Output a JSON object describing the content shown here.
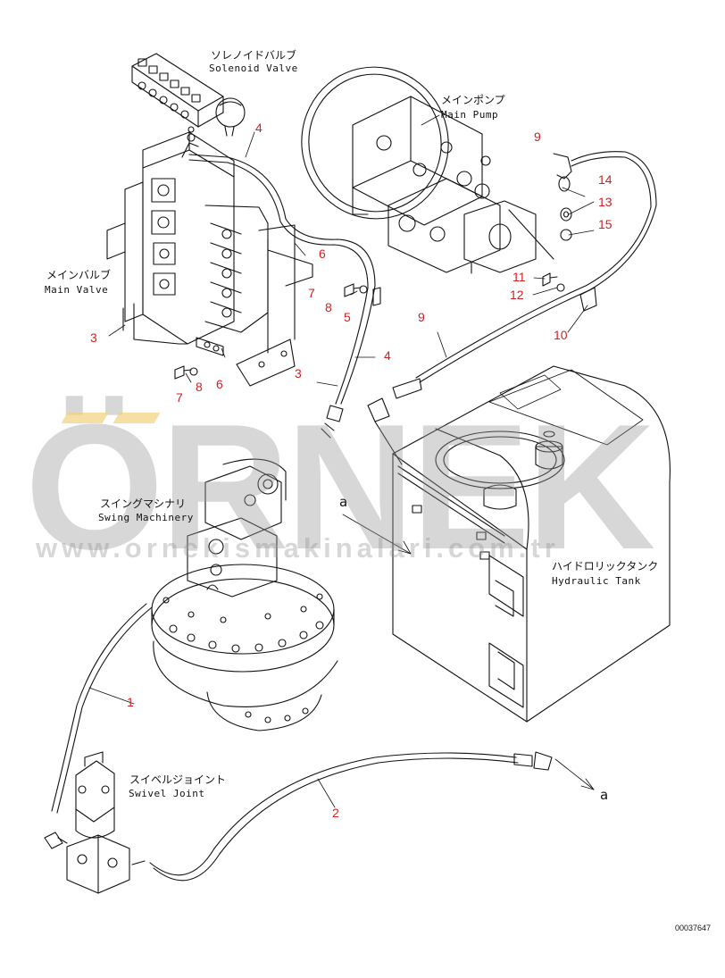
{
  "components": {
    "solenoid_valve": {
      "jp": "ソレノイドバルブ",
      "en": "Solenoid Valve"
    },
    "main_pump": {
      "jp": "メインポンプ",
      "en": "Main Pump"
    },
    "main_valve": {
      "jp": "メインバルブ",
      "en": "Main Valve"
    },
    "swing_machinery": {
      "jp": "スイングマシナリ",
      "en": "Swing Machinery"
    },
    "hydraulic_tank": {
      "jp": "ハイドロリックタンク",
      "en": "Hydraulic Tank"
    },
    "swivel_joint": {
      "jp": "スイベルジョイント",
      "en": "Swivel Joint"
    }
  },
  "callouts": [
    "1",
    "2",
    "3",
    "3",
    "4",
    "4",
    "5",
    "6",
    "6",
    "7",
    "7",
    "8",
    "8",
    "9",
    "9",
    "10",
    "11",
    "12",
    "13",
    "14",
    "15"
  ],
  "view_marks": [
    "a",
    "a"
  ],
  "watermark": {
    "brand": "ÖRNEK",
    "url": "www.ornekismakinalari.com.tr"
  },
  "drawing_number": "00037647",
  "colors": {
    "callout": "#d42020",
    "line": "#111111",
    "watermark": "#9a9a9a",
    "watermark_accent": "#f2d27a"
  }
}
